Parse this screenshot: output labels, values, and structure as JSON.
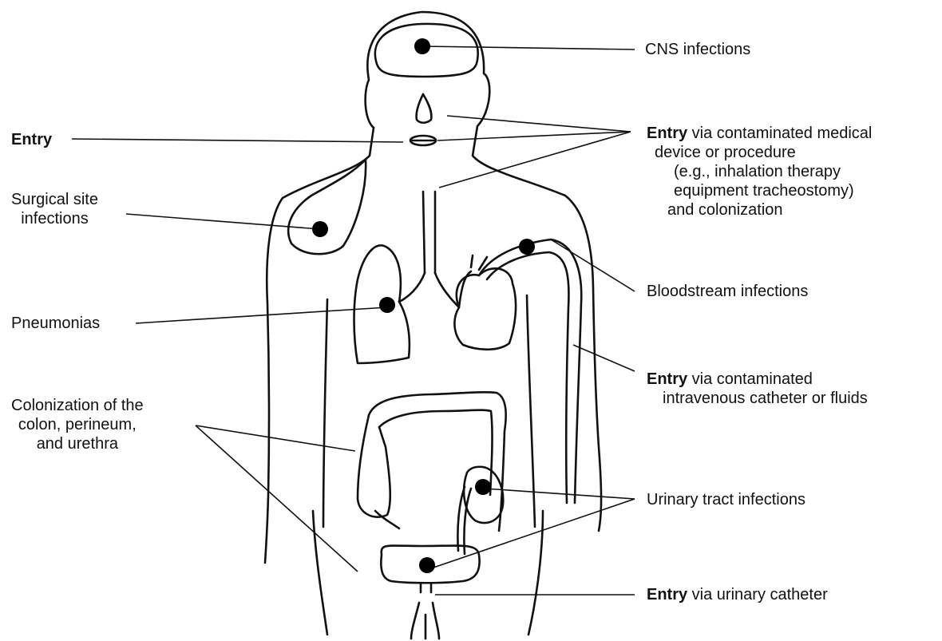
{
  "labels": {
    "cns": "CNS infections",
    "entry_left": "Entry",
    "surgical_1": "Surgical site",
    "surgical_2": "infections",
    "pneumonias": "Pneumonias",
    "colon_1": "Colonization of the",
    "colon_2": "colon, perineum,",
    "colon_3": "and urethra",
    "device_bold": "Entry",
    "device_1": " via contaminated medical",
    "device_2": "device or procedure",
    "device_3": "(e.g., inhalation therapy",
    "device_4": "equipment tracheostomy)",
    "device_5": "and colonization",
    "bloodstream": "Bloodstream infections",
    "iv_bold": "Entry",
    "iv_1": " via contaminated",
    "iv_2": "intravenous catheter or fluids",
    "urinary": "Urinary tract infections",
    "catheter_bold": "Entry",
    "catheter_1": " via urinary catheter"
  }
}
